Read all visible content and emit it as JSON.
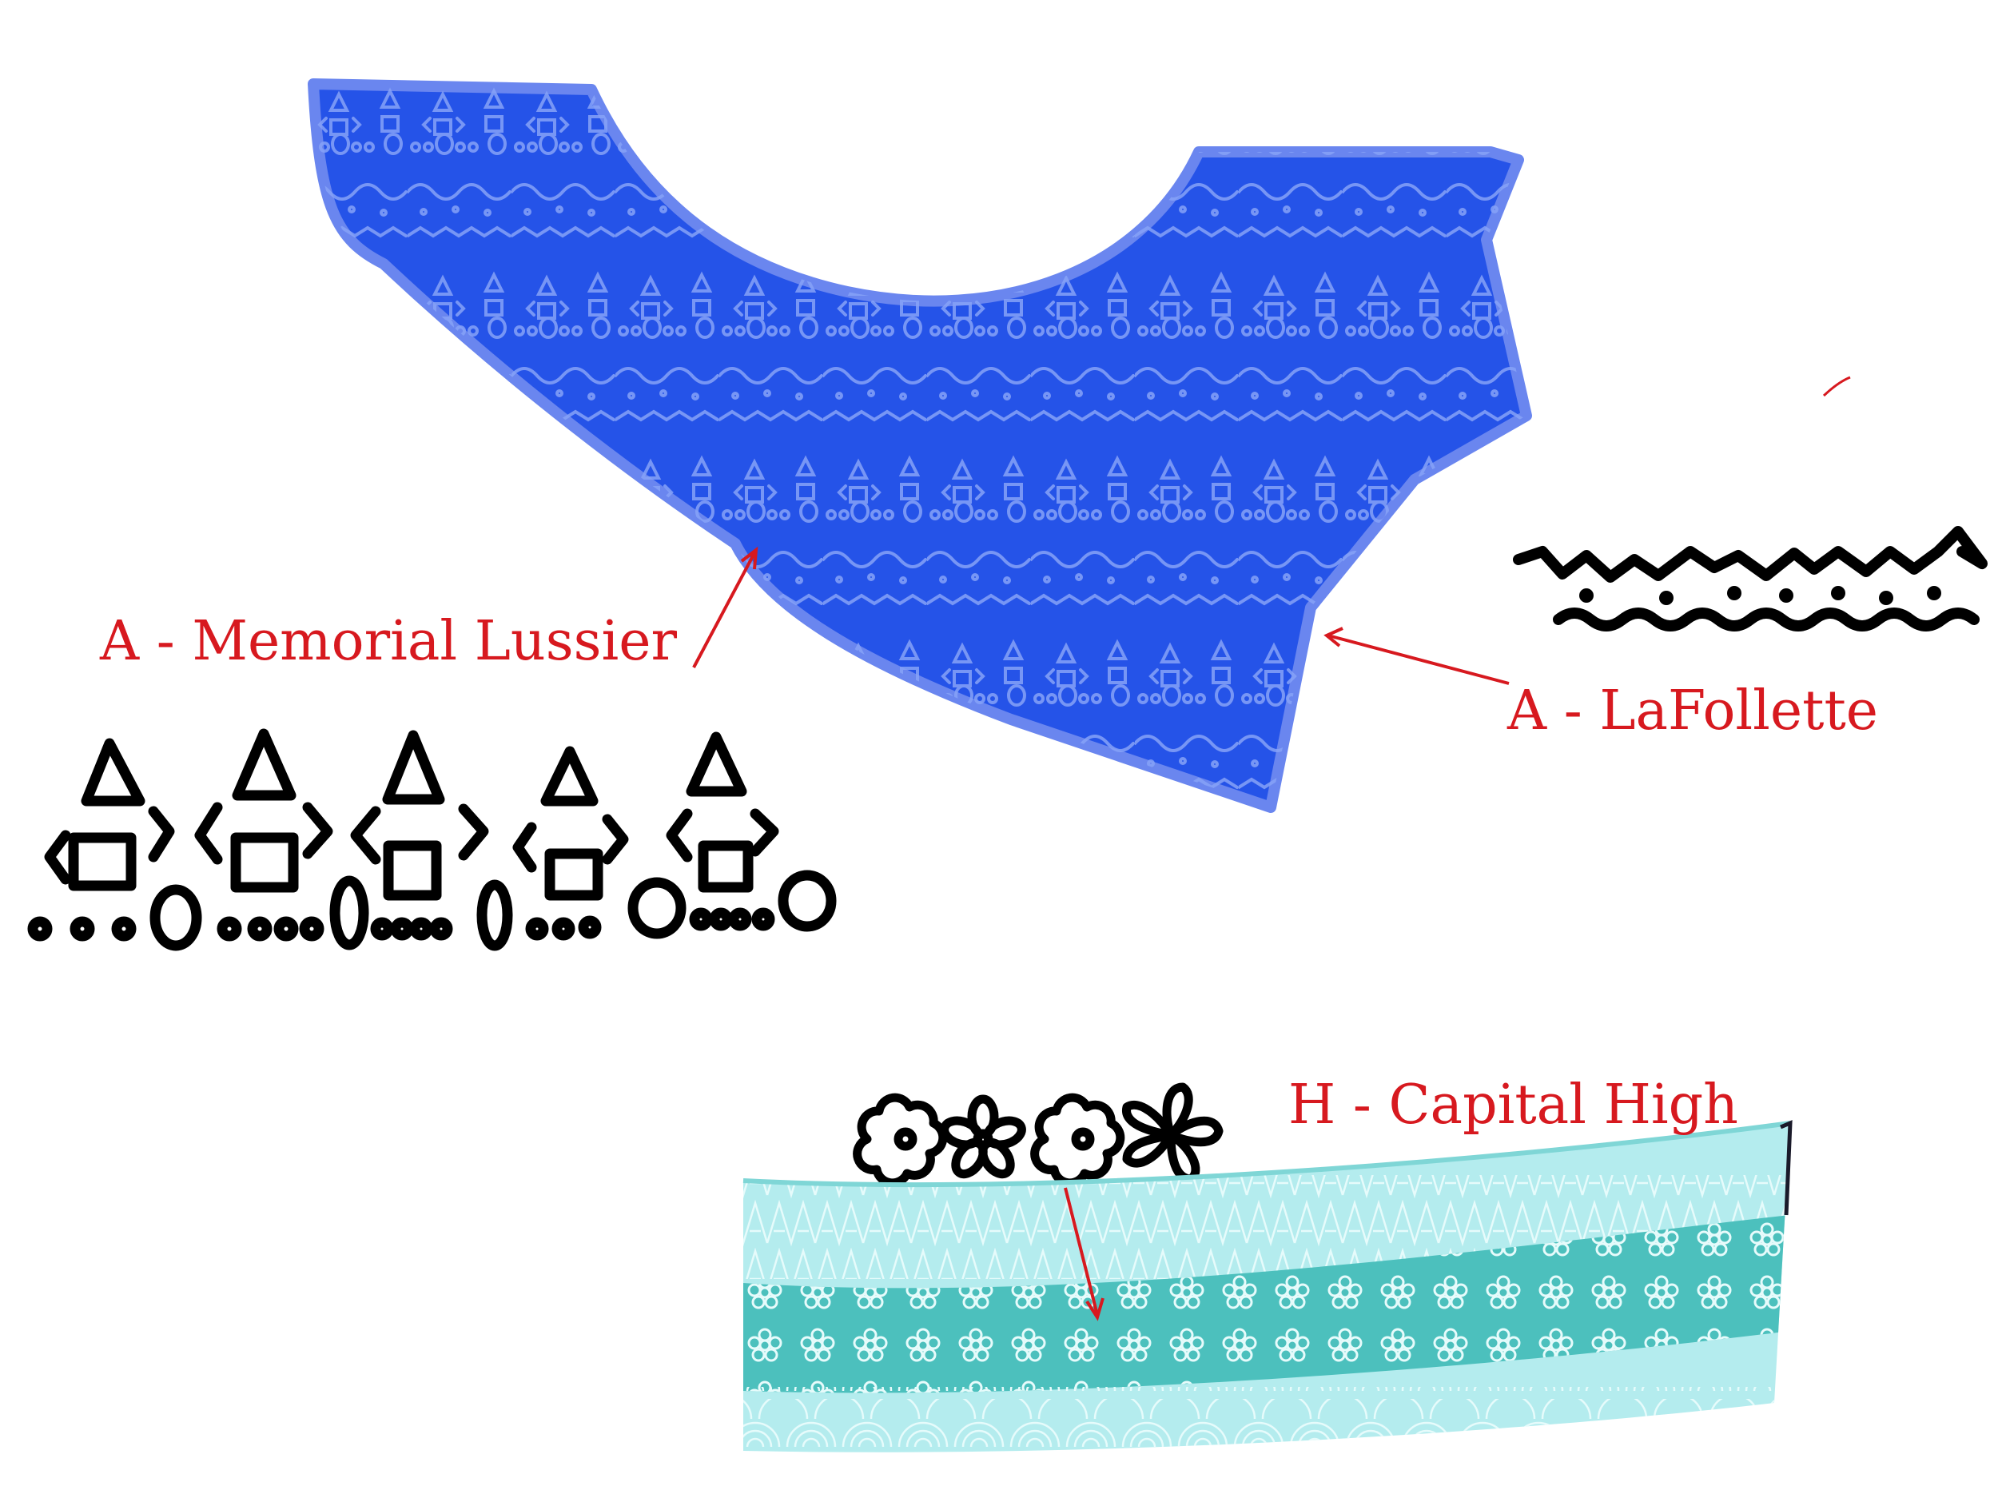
{
  "labels": {
    "memorial": "A - Memorial Lussier",
    "lafollette": "A - LaFollette",
    "capital": "H - Capital High"
  },
  "colors": {
    "blue_fill": "#2553e8",
    "blue_edge": "#6a86ef",
    "blue_pattern": "#86a2f7",
    "teal_band": "#4cc0bd",
    "teal_light": "#b4ecee",
    "teal_pattern": "#e6fbfb",
    "label_red": "#d7191f",
    "ink": "#000000"
  },
  "icons": {
    "house_motif": "house-triangle-motif",
    "zigzag_motif": "zigzag-dot-motif",
    "flower_motif": "flower-motif"
  }
}
